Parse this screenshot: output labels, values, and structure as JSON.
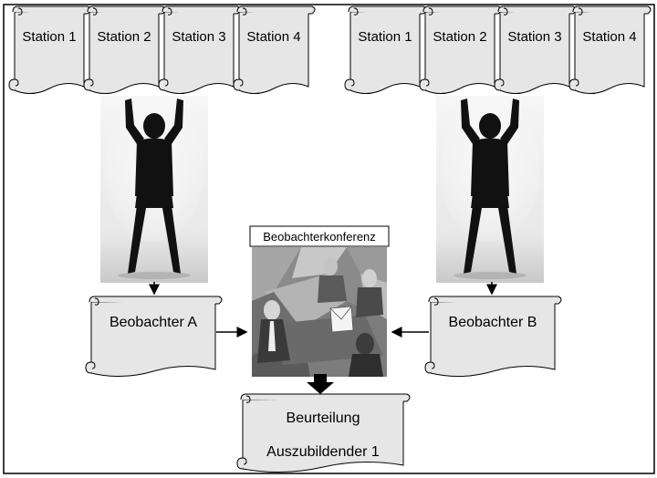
{
  "stations_left": [
    "Station 1",
    "Station 2",
    "Station 3",
    "Station 4"
  ],
  "stations_right": [
    "Station 1",
    "Station 2",
    "Station 3",
    "Station 4"
  ],
  "observer_a": "Beobachter A",
  "observer_b": "Beobachter B",
  "conference_label": "Beobachterkonferenz",
  "assessment": {
    "line1": "Beurteilung",
    "line2": "Auszubildender 1"
  },
  "colors": {
    "scroll_fill": "#e6e6e6",
    "stroke": "#000000",
    "silhouette": "#111111"
  }
}
